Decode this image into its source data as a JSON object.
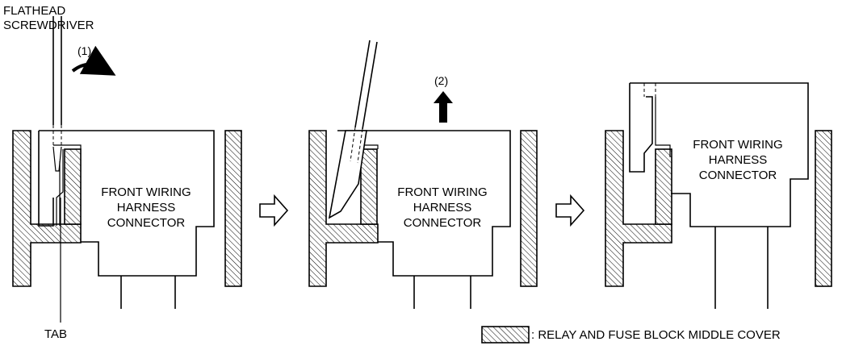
{
  "labels": {
    "screwdriver": [
      "FLATHEAD",
      "SCREWDRIVER"
    ],
    "tab": "TAB",
    "connector": [
      "FRONT WIRING",
      "HARNESS",
      "CONNECTOR"
    ],
    "legend": ": RELAY AND FUSE BLOCK MIDDLE COVER"
  },
  "steps": {
    "one": "(1)",
    "two": "(2)"
  },
  "colors": {
    "line": "#000000",
    "background": "#ffffff"
  }
}
